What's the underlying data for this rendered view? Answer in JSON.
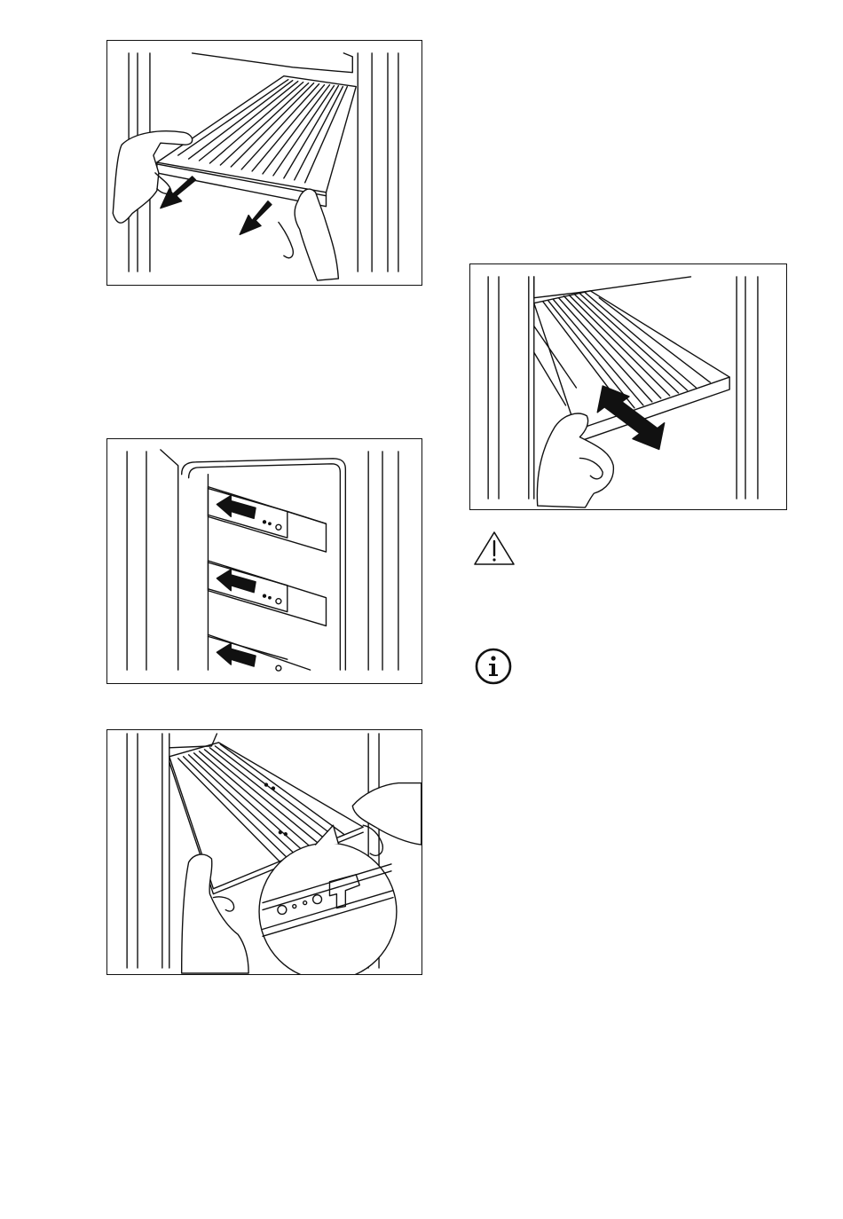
{
  "page": {
    "background": "#ffffff",
    "line_color": "#111111"
  },
  "figures": [
    {
      "id": "pull-out-shelf",
      "icon": "pull-out-arrows"
    },
    {
      "id": "slide-rails",
      "icon": "push-left-arrows"
    },
    {
      "id": "attach-shelf-detail",
      "icon": "magnifier-callout"
    },
    {
      "id": "adjust-shelf",
      "icon": "double-arrow"
    }
  ],
  "icons": {
    "warning": "warning-triangle-icon",
    "info": "info-circle-icon"
  }
}
